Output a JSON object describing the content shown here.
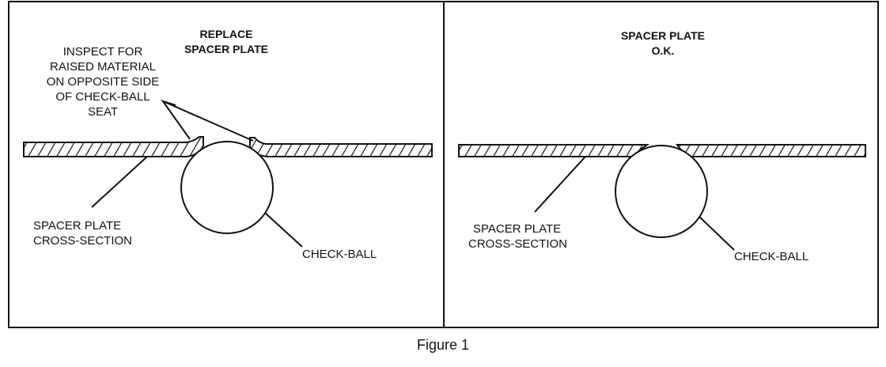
{
  "caption": "Figure 1",
  "left_panel": {
    "title_line1": "REPLACE",
    "title_line2": "SPACER PLATE",
    "inspect_lines": [
      "INSPECT FOR",
      "RAISED MATERIAL",
      "ON OPPOSITE SIDE",
      "OF CHECK-BALL",
      "SEAT"
    ],
    "plate_label": [
      "SPACER PLATE",
      "CROSS-SECTION"
    ],
    "ball_label": "CHECK-BALL"
  },
  "right_panel": {
    "title_line1": "SPACER PLATE",
    "title_line2": "O.K.",
    "plate_label": [
      "SPACER PLATE",
      "CROSS-SECTION"
    ],
    "ball_label": "CHECK-BALL"
  }
}
